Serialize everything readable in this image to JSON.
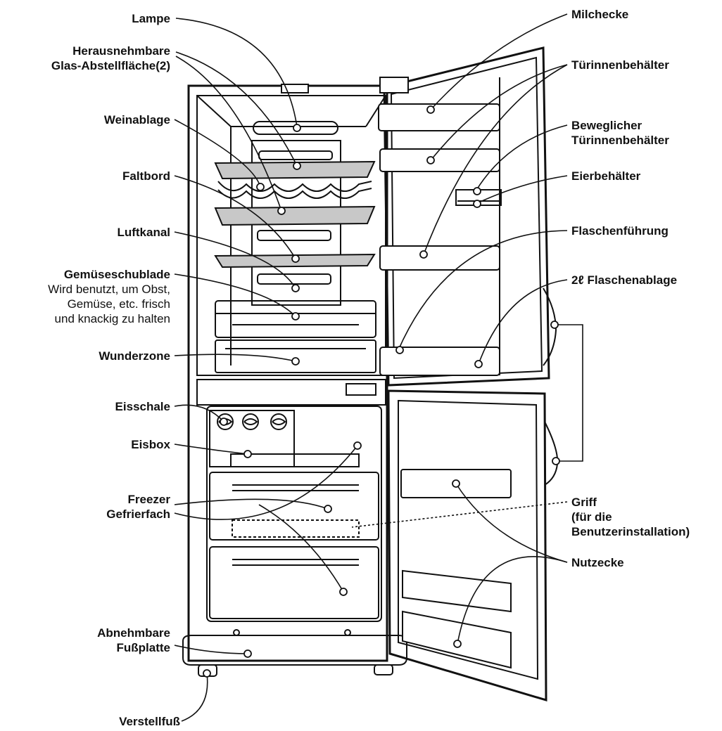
{
  "labels": {
    "lampe": "Lampe",
    "glas_1": "Herausnehmbare",
    "glas_2": "Glas-Abstellfläche(2)",
    "weinablage": "Weinablage",
    "faltbord": "Faltbord",
    "luftkanal": "Luftkanal",
    "gemuese": "Gemüseschublade",
    "gemuese_desc_1": "Wird benutzt, um Obst,",
    "gemuese_desc_2": "Gemüse, etc. frisch",
    "gemuese_desc_3": "und knackig zu halten",
    "wunderzone": "Wunderzone",
    "eisschale": "Eisschale",
    "eisbox": "Eisbox",
    "freezer_1": "Freezer",
    "freezer_2": "Gefrierfach",
    "abnehm_1": "Abnehmbare",
    "abnehm_2": "Fußplatte",
    "verstellfuss": "Verstellfuß",
    "milchecke": "Milchecke",
    "tuerinnen": "Türinnenbehälter",
    "bewegl_1": "Beweglicher",
    "bewegl_2": "Türinnenbehälter",
    "eier": "Eierbehälter",
    "flaschenfuehrung": "Flaschenführung",
    "flaschenablage": "2ℓ Flaschenablage",
    "griff_1": "Griff",
    "griff_2": "(für die",
    "griff_3": "Benutzerinstallation)",
    "nutzecke": "Nutzecke"
  },
  "colors": {
    "ink": "#111111",
    "glass": "#c8c8c8",
    "paper": "#ffffff"
  }
}
